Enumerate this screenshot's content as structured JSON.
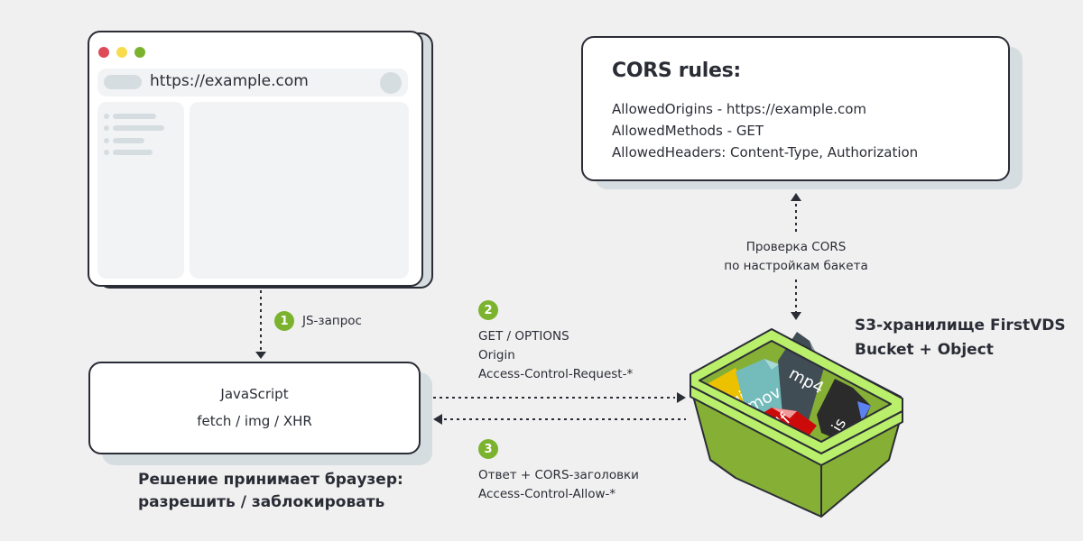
{
  "browser": {
    "url": "https://example.com",
    "traffic_lights": [
      {
        "name": "close",
        "color": "#dc4b57"
      },
      {
        "name": "minimize",
        "color": "#f8dc4e"
      },
      {
        "name": "maximize",
        "color": "#7bb32e"
      }
    ]
  },
  "cors_rules": {
    "title": "CORS rules:",
    "lines": [
      "AllowedOrigins - https://example.com",
      "AllowedMethods - GET",
      "AllowedHeaders: Content-Type, Authorization"
    ]
  },
  "js_box": {
    "line1": "JavaScript",
    "line2": "fetch / img / XHR"
  },
  "decision": {
    "line1": "Решение принимает браузер:",
    "line2": "разрешить / заблокировать"
  },
  "steps": [
    {
      "number": "1",
      "lines": [
        "JS-запрос"
      ]
    },
    {
      "number": "2",
      "lines": [
        "GET / OPTIONS",
        "Origin",
        "Access-Control-Request-*"
      ]
    },
    {
      "number": "3",
      "lines": [
        "Ответ + CORS-заголовки",
        "Access-Control-Allow-*"
      ]
    }
  ],
  "cors_check": {
    "line1": "Проверка CORS",
    "line2": "по настройкам бакета"
  },
  "storage": {
    "line1": "S3-хранилище FirstVDS",
    "line2": "Bucket + Object",
    "files": [
      {
        "label": "gif",
        "color": "#ecc100"
      },
      {
        "label": "mov",
        "color": "#74bbbb"
      },
      {
        "label": "mp4",
        "color": "#414d55"
      },
      {
        "label": "pdf",
        "color": "#cc0a0a"
      },
      {
        "label": "js",
        "color": "#2b2b2b"
      }
    ]
  },
  "colors": {
    "accent_green": "#7bb32e",
    "basket_light": "#b9ef6b",
    "basket_dark": "#86b035",
    "stroke": "#2b2d36",
    "background": "#f0f0f0"
  }
}
